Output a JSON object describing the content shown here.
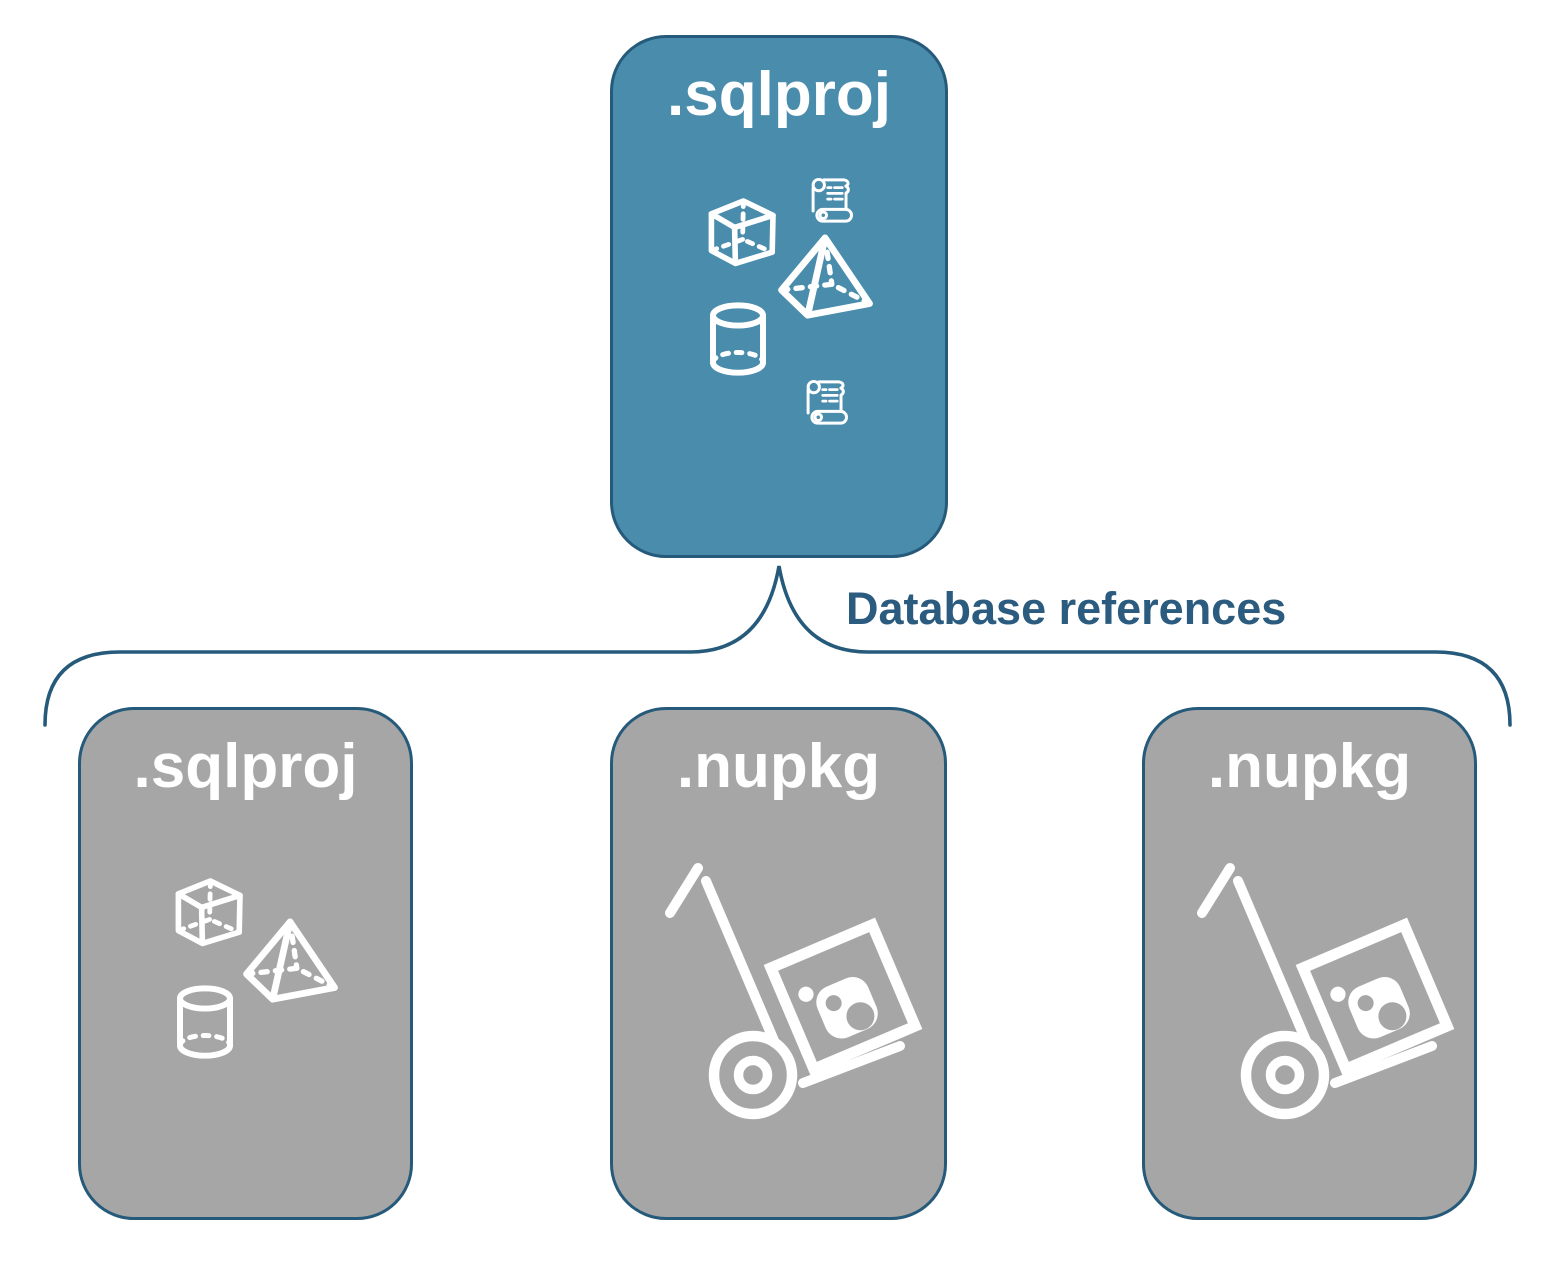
{
  "title": "SQL project database references diagram",
  "colors": {
    "parent_fill": "#4a8cac",
    "child_fill": "#a6a6a6",
    "border": "#265a7a",
    "label": "#2b5b7e",
    "icon": "#ffffff",
    "background": "#ffffff"
  },
  "parent_box": {
    "label": ".sqlproj",
    "icons": [
      "cube-icon",
      "script-scroll-icon",
      "pyramid-icon",
      "cylinder-icon",
      "script-scroll-icon"
    ]
  },
  "connector": {
    "label": "Database references"
  },
  "child_boxes": [
    {
      "label": ".sqlproj",
      "icons": [
        "cube-icon",
        "pyramid-icon",
        "cylinder-icon"
      ]
    },
    {
      "label": ".nupkg",
      "icons": [
        "nuget-dolly-icon"
      ]
    },
    {
      "label": ".nupkg",
      "icons": [
        "nuget-dolly-icon"
      ]
    }
  ]
}
